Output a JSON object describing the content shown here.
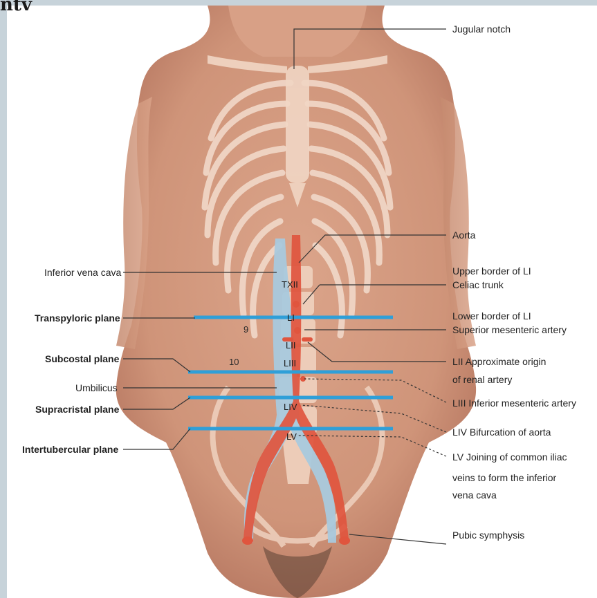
{
  "corner_text": "ntv",
  "colors": {
    "skin": "#d39a7f",
    "skin_shadow": "#b97a62",
    "bone": "#f1d3c0",
    "artery": "#e0553e",
    "vein": "#a9c9dd",
    "plane_line": "#2f9fd8",
    "leader": "#333333"
  },
  "left_labels": {
    "inferior_vena_cava": "Inferior vena cava",
    "transpyloric_plane": "Transpyloric plane",
    "subcostal_plane": "Subcostal plane",
    "umbilicus": "Umbilicus",
    "supracristal_plane": "Supracristal plane",
    "intertubercular_plane": "Intertubercular plane"
  },
  "right_labels": {
    "jugular_notch": "Jugular notch",
    "aorta": "Aorta",
    "upper_border_li": "Upper border of LI",
    "celiac_trunk": "Celiac trunk",
    "lower_border_li": "Lower border of LI",
    "superior_mesenteric_artery": "Superior mesenteric artery",
    "lii_origin_line1": "LII Approximate origin",
    "lii_origin_line2": "of renal artery",
    "liii_ima": "LIII Inferior mesenteric artery",
    "liv_bifurcation": "LIV Bifurcation of aorta",
    "lv_line1": "LV Joining of common iliac",
    "lv_line2": "veins to form the inferior",
    "lv_line3": "vena cava",
    "pubic_symphysis": "Pubic symphysis"
  },
  "vertebra_labels": {
    "txii": "TXII",
    "li": "LI",
    "lii": "LII",
    "liii": "LIII",
    "liv": "LIV",
    "lv": "LV"
  },
  "rib_numbers": {
    "rib9": "9",
    "rib10": "10"
  }
}
